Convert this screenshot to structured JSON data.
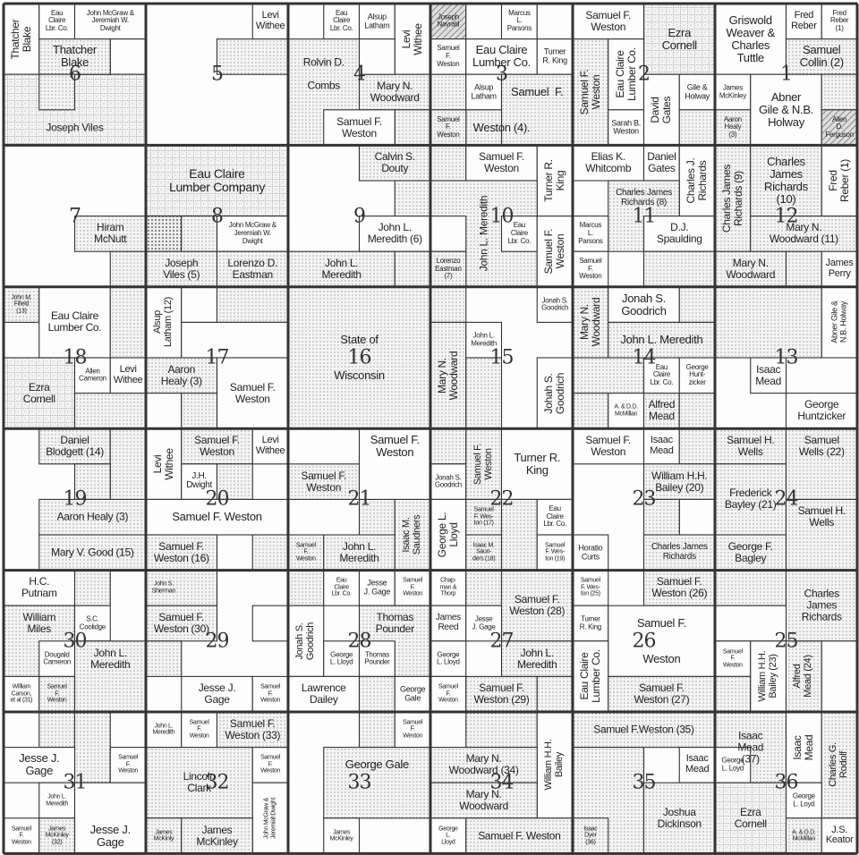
{
  "sections": [
    {
      "number": "6",
      "owners": [
        "Thatcher\nBlake",
        "Eau\nClaire\nLbr. Co.",
        "John McGraw &\nJeremiah W.\nDwight",
        "Thatcher\nBlake",
        "Joseph Viles"
      ]
    },
    {
      "number": "5",
      "owners": [
        "Levi\nWithee"
      ]
    },
    {
      "number": "4",
      "owners": [
        "Eau\nClaire\nLbr. Co.",
        "Alsup\nLatham",
        "Levi\nWithee",
        "Rolvin D.\n\nCombs",
        "Mary N.\nWoodward",
        "Samuel F.\nWeston"
      ]
    },
    {
      "number": "3",
      "owners": [
        "Joseph\nNavratil",
        "Marcus\nL.\nParsons",
        "Samuel\nF.\nWeston",
        "Eau Claire\nLumber Co.",
        "Turner\nR. King",
        "Alsup\nLatham",
        "Samuel  F.",
        "Weston (4).",
        "Samuel\nF.\nWeston"
      ]
    },
    {
      "number": "2",
      "owners": [
        "Samuel F.\nWeston",
        "Ezra\nCornell",
        "Samuel F.\nWeston",
        "Eau Claire\nLumber Co.",
        "David\nGates",
        "Gile &\nHolway",
        "Sarah B.\nWeston"
      ]
    },
    {
      "number": "1",
      "owners": [
        "Griswold\nWeaver &\nCharles\nTuttle",
        "Fred\nReber",
        "Fred\nReber\n(1)",
        "Samuel\nCollin (2)",
        "James\nMcKinley",
        "Aaron\nHealy\n(3)",
        "Abner\nGile & N.B.\nHolway",
        "Allen\nD.\nFerguson"
      ]
    },
    {
      "number": "7",
      "owners": [
        "Hiram\nMcNutt"
      ]
    },
    {
      "number": "8",
      "owners": [
        "Eau Claire\nLumber Company",
        "John McGraw &\nJeremiah W.\nDwight",
        "Joseph\nViles (5)",
        "Lorenzo D.\nEastman"
      ]
    },
    {
      "number": "9",
      "owners": [
        "Calvin S.\nDouty",
        "John L.\nMeredith (6)",
        "John L.\nMeredith"
      ]
    },
    {
      "number": "10",
      "owners": [
        "Samuel F.\nWeston",
        "Turner R.\nKing",
        "John L. Meredith",
        "Eau\nClaire\nLbr. Co.",
        "Samuel F.\nWeston",
        "Lorenzo\nEastman\n(7)"
      ]
    },
    {
      "number": "11",
      "owners": [
        "Elias K.\nWhitcomb",
        "Daniel\nGates",
        "Charles J.\nRichards",
        "Charles James\nRichards (8)",
        "Marcus\nL.\nParsons",
        "D.J.\nSpaulding",
        "Samuel\nF.\nWeston"
      ]
    },
    {
      "number": "12",
      "owners": [
        "Charles James\nRichards (9)",
        "Charles\nJames\nRichards\n(10)",
        "Fred\nReber (1)",
        "Mary N.\nWoodward (11)",
        "Mary N.\nWoodward",
        "James\nPerry"
      ]
    },
    {
      "number": "18",
      "owners": [
        "John M.\nFifield\n(13)",
        "Eau Claire\nLumber Co.",
        "Ezra\nCornell",
        "Allen\nCameron",
        "Levi\nWithee"
      ]
    },
    {
      "number": "17",
      "owners": [
        "Alsup\nLatham (12)",
        "Aaron\nHealy (3)",
        "Samuel F.\nWeston"
      ]
    },
    {
      "number": "16",
      "owners": [
        "State of",
        "Wisconsin"
      ]
    },
    {
      "number": "15",
      "owners": [
        "Jonah S.\nGoodrich",
        "John L.\nMeredith",
        "Mary N.\nWoodward",
        "Johah S.\nGoodrich"
      ]
    },
    {
      "number": "14",
      "owners": [
        "Mary N.\nWoodward",
        "Jonah S.\nGoodrich",
        "John L. Meredith",
        "Eau\nClaire\nLbr. Co.",
        "George\nHunt-\nzicker",
        "A. & D.D.\nMcMillan",
        "Alfred\nMead"
      ]
    },
    {
      "number": "13",
      "owners": [
        "Abner Gile &\nN.B. Holway",
        "Isaac\nMead",
        "George\nHuntzicker"
      ]
    },
    {
      "number": "19",
      "owners": [
        "Daniel\nBlodgett (14)",
        "Aaron Healy (3)",
        "Mary V. Good (15)"
      ]
    },
    {
      "number": "20",
      "owners": [
        "Levi\nWithee",
        "Samuel F.\nWeston",
        "Levi\nWithee",
        "J.H.\nDwight",
        "Samuel F. Weston",
        "Samuel F.\nWeston (16)"
      ]
    },
    {
      "number": "21",
      "owners": [
        "Samuel F.\nWeston",
        "Samuel F.\nWeston",
        "Samuel\nF.\nWeston",
        "John L.\nMeredith",
        "Isaac M.\nSaudners"
      ]
    },
    {
      "number": "22",
      "owners": [
        "Samuel F.\nWeston",
        "Turner R.\nKing",
        "Jonah S.\nGoodrich",
        "George L.\nLloyd",
        "Samuel\nF. Wes-\nton (17)",
        "Isaac M.\nSaun-\nders (18)",
        "Eau\nClaire\nLbr. Co.",
        "Samuel\nF. Wes-\nton (19)"
      ]
    },
    {
      "number": "23",
      "owners": [
        "Samuel F.\nWeston",
        "Isaac\nMead",
        "William H.H.\nBailey (20)",
        "Horatio\nCurts",
        "Charles James\nRichards"
      ]
    },
    {
      "number": "24",
      "owners": [
        "Samuel H.\nWells",
        "Samuel\nWells (22)",
        "Frederick\nBayley (21)",
        "Samuel H.\nWells",
        "George F.\nBagley"
      ]
    },
    {
      "number": "30",
      "owners": [
        "H.C.\nPutnam",
        "William\nMiles",
        "S.C.\nCoolidge",
        "Dougald\nCameron",
        "John L.\nMeredith",
        "William\nCarson,\net al (31)",
        "Samuel\nF.\nWeston"
      ]
    },
    {
      "number": "29",
      "owners": [
        "John S.\nSherman",
        "Samuel F.\nWeston (30)",
        "Jesse J.\nGage",
        "Samuel\nF.\nWeston"
      ]
    },
    {
      "number": "28",
      "owners": [
        "Eau\nClaire\nLbr. Co.",
        "Jesse\nJ. Gage",
        "Samuel\nF.\nWeston",
        "Jonah S.\nGoodrich",
        "Thomas\nPounder",
        "George\nL. Lloyd",
        "Thomas\nPounder",
        "Lawrence\nDailey",
        "George\nGale"
      ]
    },
    {
      "number": "27",
      "owners": [
        "Chap-\nman &\nThorp",
        "Samuel F.\nWeston (28)",
        "James\nReed",
        "Jesse\nJ. Gage",
        "George\nL. Lloyd",
        "John L.\nMeredith",
        "Samuel\nF.\nWeston",
        "Samuel F.\nWeston (29)"
      ]
    },
    {
      "number": "26",
      "owners": [
        "Samuel\nF. Wes-\nton (25)",
        "Samuel F.\nWeston (26)",
        "Turner\nR. King",
        "Samuel F.",
        "Weston",
        "Eau Claire\nLumber Co.",
        "Samuel F.\nWeston (27)"
      ]
    },
    {
      "number": "25",
      "owners": [
        "Charles\nJames\nRichards",
        "Samuel\nF.\nWeston",
        "William H.H.\nBailey (23)",
        "Alfred\nMead (24)"
      ]
    },
    {
      "number": "31",
      "owners": [
        "Jesse J.\nGage",
        "Samuel\nF.\nWeston",
        "John L.\nMeredith",
        "Jesse J.\nGage",
        "Samuel\nF.\nWeston",
        "James\nMcKinley\n(32)"
      ]
    },
    {
      "number": "32",
      "owners": [
        "John L.\nMeredith",
        "Samuel\nF.\nWeston",
        "Samuel F.\nWeston (33)",
        "Lincoln\nClark",
        "Samuel\nF.\nWeston",
        "John McGraw &\nJeremiahDwight",
        "James\nMcKinly",
        "James\nMcKinley"
      ]
    },
    {
      "number": "33",
      "owners": [
        "Samuel\nF.\nWeston",
        "George Gale",
        "James\nMcKinley"
      ]
    },
    {
      "number": "34",
      "owners": [
        "Mary N.\nWoodward (34)",
        "Mary N.\nWoodward",
        "William H.H.\nBailey",
        "George\nL.\nLloyd",
        "Samuel F. Weston"
      ]
    },
    {
      "number": "35",
      "owners": [
        "Samuel F.Weston (35)",
        "Isaac\nMead",
        "Joshua\nDickinson",
        "Isaac\nDyer\n(36)"
      ]
    },
    {
      "number": "36",
      "owners": [
        "Isaac\nMead\n(37)",
        "George\nL. Loyd",
        "Isaac\nMead",
        "Charles G.\nRodolf",
        "Ezra\nCornell",
        "George\nL. Loyd",
        "A. & D.D.\nMcMillan",
        "J.S.\nKeator"
      ]
    }
  ]
}
